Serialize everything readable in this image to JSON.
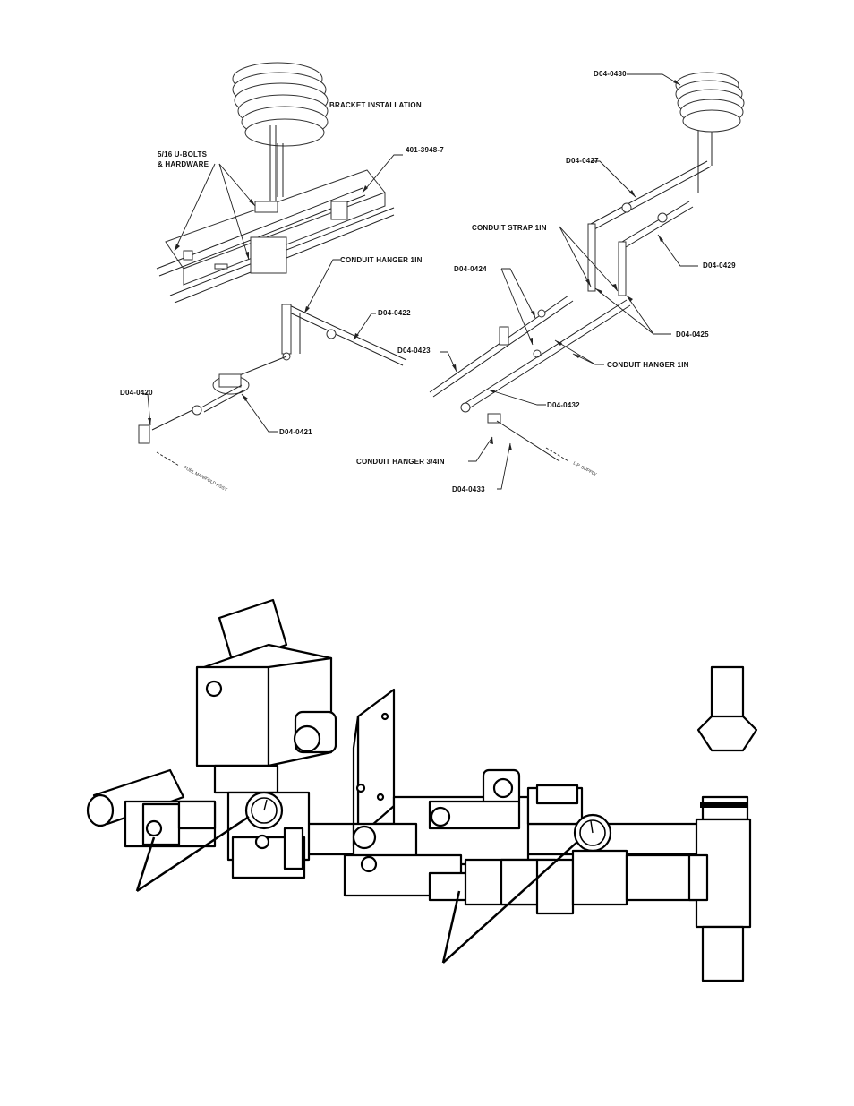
{
  "diagram_top": {
    "labels": {
      "bracket_installation": "BRACKET  INSTALLATION",
      "u_bolts_line1": "5/16 U-BOLTS",
      "u_bolts_line2": "& HARDWARE",
      "part_401": "401-3948-7",
      "conduit_hanger_1in_a": "CONDUIT HANGER 1IN",
      "d04_0422": "D04-0422",
      "d04_0423": "D04-0423",
      "d04_0420": "D04-0420",
      "d04_0421": "D04-0421",
      "d04_0430": "D04-0430",
      "d04_0427": "D04-0427",
      "conduit_strap_1in": "CONDUIT STRAP 1IN",
      "d04_0429": "D04-0429",
      "d04_0424": "D04-0424",
      "d04_0425": "D04-0425",
      "conduit_hanger_1in_b": "CONDUIT HANGER 1IN",
      "d04_0432": "D04-0432",
      "conduit_hanger_3_4in": "CONDUIT HANGER 3/4IN",
      "d04_0433": "D04-0433",
      "fuel_manifold_note": "FUEL MANIFOLD ASSY",
      "lp_supply_note": "L.P. SUPPLY"
    }
  }
}
